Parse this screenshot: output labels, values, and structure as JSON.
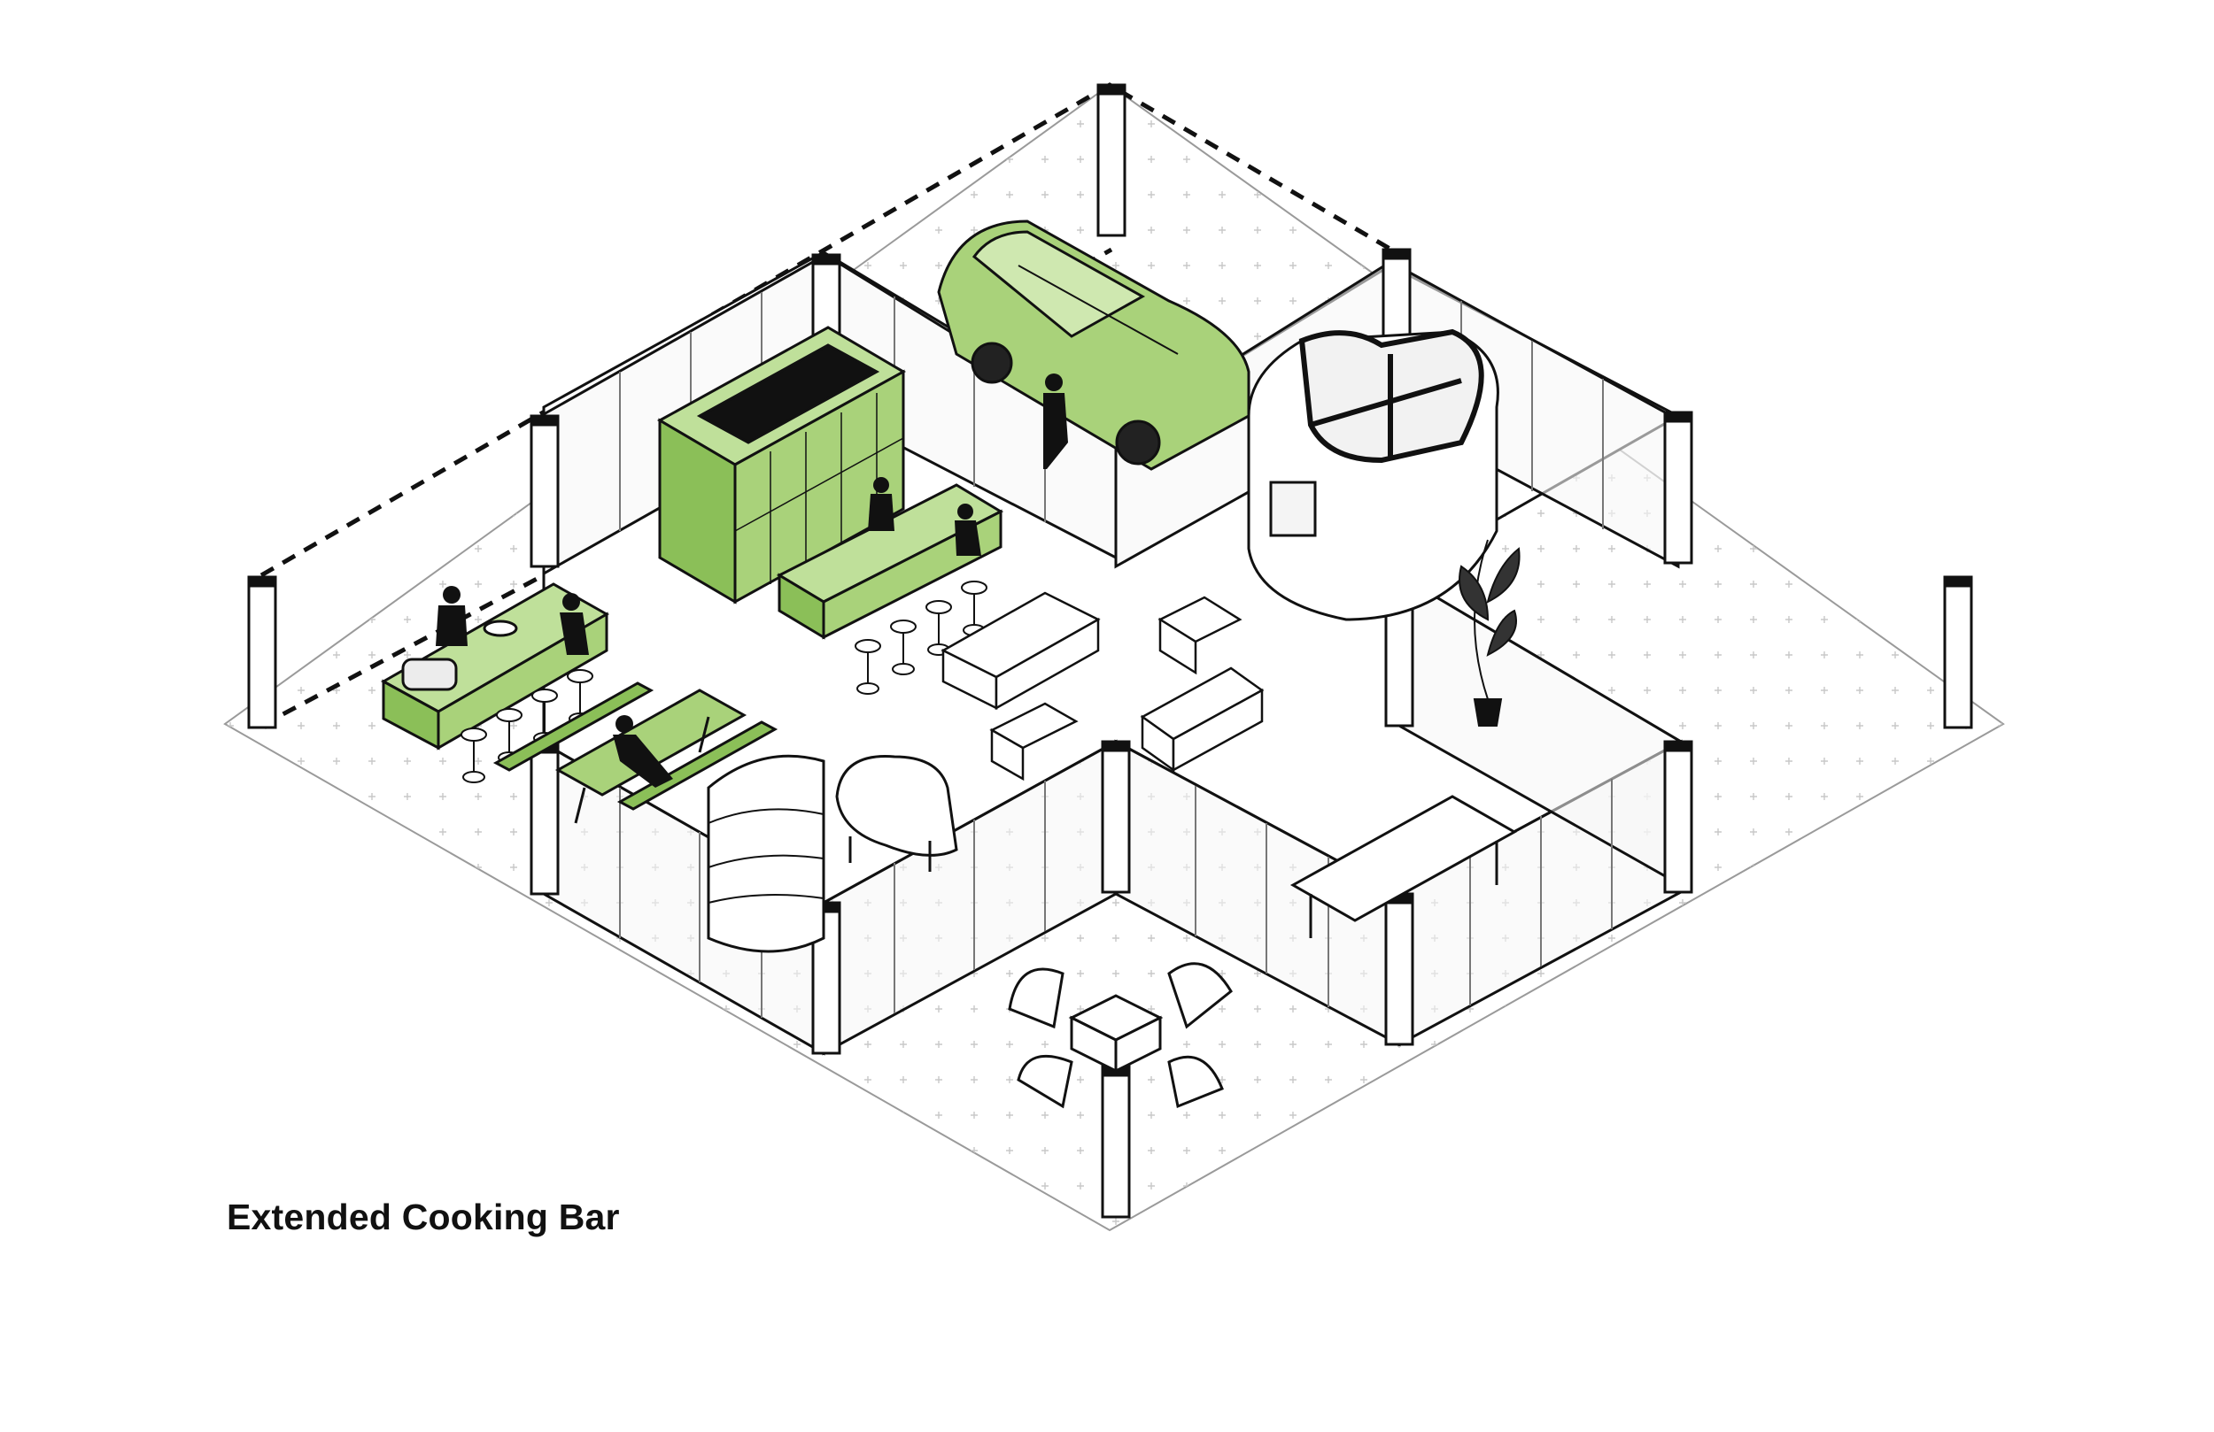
{
  "caption": "Extended Cooking Bar",
  "colors": {
    "accent_green": "#a9d27a",
    "accent_green_dark": "#8bbf58",
    "line": "#111111",
    "floor_mark": "#c8c8c8",
    "glass": "#f4f4f4"
  },
  "icons": {
    "floor_grid": "plus-cross",
    "people": "person-silhouette"
  }
}
